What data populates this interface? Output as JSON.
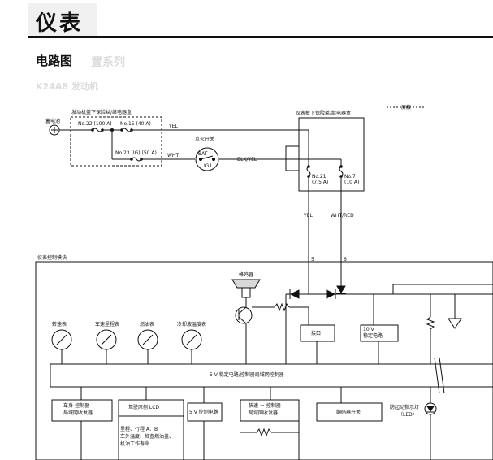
{
  "page": {
    "title": "仪表",
    "subtitle": "电路图",
    "ghost_section": "置系列",
    "ghost_engine": "K24A8 发动机",
    "legend_shield": "屏蔽"
  },
  "components": {
    "battery": "蓄电池",
    "underhood_box": "发动机盖下保险丝/继电器盒",
    "fuse_22": "No.22 (100 A)",
    "fuse_15": "No.15 (40 A)",
    "fuse_23": "No.23 (IG) (50 A)",
    "ignition_switch": "点火开关",
    "bat_label": "BAT",
    "ig1_label": "IG1",
    "dash_box": "仪表板下保险丝/继电器盒",
    "fuse_21": "No.21",
    "fuse_21_amp": "(7.5 A)",
    "fuse_7": "No.7",
    "fuse_7_amp": "(10 A)",
    "cluster_module": "仪表控制模块",
    "buzzer": "蜂鸣器",
    "gauge_tach": "转速表",
    "gauge_speed": "车速里程表",
    "gauge_fuel": "燃油表",
    "gauge_temp": "冷却液温度表",
    "interface": "接口",
    "reg_10v_line1": "10 V",
    "reg_10v_line2": "稳定电路",
    "main_bus": "5 V 稳定电路/控制器局域网控制器",
    "body_can_line1": "车身-控制器",
    "body_can_line2": "局域网收发器",
    "lcd_box": "驾驶席侧 LCD",
    "lcd_desc_line1": "里程、行程 A、B",
    "lcd_desc_line2": "车外温度、检查燃油盖、",
    "lcd_desc_line3": "机油工作寿命",
    "reg_5v": "5 V 控制电路",
    "fast_can_line1": "快速 － 控制器",
    "fast_can_line2": "局域网收发器",
    "encoder_switch": "编码器开关",
    "immobilizer_line1": "防起动指示灯",
    "immobilizer_line2": "（LED）"
  },
  "wires": {
    "yel": "YEL",
    "wht": "WHT",
    "blk_yel": "BLK/YEL",
    "yel_v": "YEL",
    "wht_red": "WHT/RED",
    "pin_5": "5",
    "pin_6": "6"
  }
}
